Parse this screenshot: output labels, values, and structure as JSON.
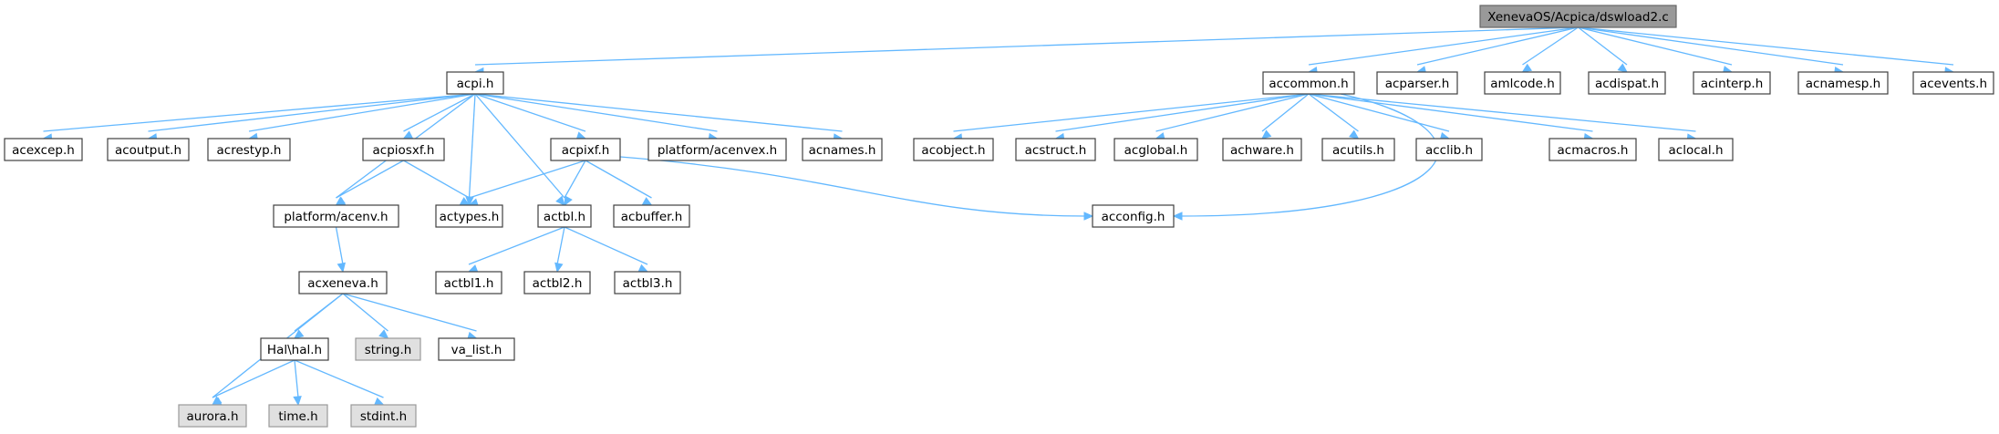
{
  "title": "XenevaOS/Acpica/dswload2.c",
  "colors": {
    "edge": "#63b8ff",
    "root_fill": "#999999",
    "node_fill": "#ffffff",
    "missing_fill": "#e0e0e0",
    "border": "#404040"
  },
  "nodes": [
    {
      "id": "root",
      "label": "XenevaOS/Acpica/dswload2.c",
      "style": "root"
    },
    {
      "id": "acpi",
      "label": "acpi.h",
      "style": "normal"
    },
    {
      "id": "accommon",
      "label": "accommon.h",
      "style": "normal"
    },
    {
      "id": "acparser",
      "label": "acparser.h",
      "style": "normal"
    },
    {
      "id": "amlcode",
      "label": "amlcode.h",
      "style": "normal"
    },
    {
      "id": "acdispat",
      "label": "acdispat.h",
      "style": "normal"
    },
    {
      "id": "acinterp",
      "label": "acinterp.h",
      "style": "normal"
    },
    {
      "id": "acnamesp",
      "label": "acnamesp.h",
      "style": "normal"
    },
    {
      "id": "acevents",
      "label": "acevents.h",
      "style": "normal"
    },
    {
      "id": "acexcep",
      "label": "acexcep.h",
      "style": "normal"
    },
    {
      "id": "acoutput",
      "label": "acoutput.h",
      "style": "normal"
    },
    {
      "id": "acrestyp",
      "label": "acrestyp.h",
      "style": "normal"
    },
    {
      "id": "acpiosxf",
      "label": "acpiosxf.h",
      "style": "normal"
    },
    {
      "id": "acpixf",
      "label": "acpixf.h",
      "style": "normal"
    },
    {
      "id": "acenvex",
      "label": "platform/acenvex.h",
      "style": "normal"
    },
    {
      "id": "acnames",
      "label": "acnames.h",
      "style": "normal"
    },
    {
      "id": "acenv",
      "label": "platform/acenv.h",
      "style": "normal"
    },
    {
      "id": "actypes",
      "label": "actypes.h",
      "style": "normal"
    },
    {
      "id": "actbl",
      "label": "actbl.h",
      "style": "normal"
    },
    {
      "id": "acbuffer",
      "label": "acbuffer.h",
      "style": "normal"
    },
    {
      "id": "acconfig",
      "label": "acconfig.h",
      "style": "normal"
    },
    {
      "id": "acxeneva",
      "label": "acxeneva.h",
      "style": "normal"
    },
    {
      "id": "actbl1",
      "label": "actbl1.h",
      "style": "normal"
    },
    {
      "id": "actbl2",
      "label": "actbl2.h",
      "style": "normal"
    },
    {
      "id": "actbl3",
      "label": "actbl3.h",
      "style": "normal"
    },
    {
      "id": "halh",
      "label": "Hal\\hal.h",
      "style": "normal"
    },
    {
      "id": "stringh",
      "label": "string.h",
      "style": "grey"
    },
    {
      "id": "valist",
      "label": "va_list.h",
      "style": "normal"
    },
    {
      "id": "aurora",
      "label": "aurora.h",
      "style": "grey"
    },
    {
      "id": "timeh",
      "label": "time.h",
      "style": "grey"
    },
    {
      "id": "stdint",
      "label": "stdint.h",
      "style": "grey"
    },
    {
      "id": "acobject",
      "label": "acobject.h",
      "style": "normal"
    },
    {
      "id": "acstruct",
      "label": "acstruct.h",
      "style": "normal"
    },
    {
      "id": "acglobal",
      "label": "acglobal.h",
      "style": "normal"
    },
    {
      "id": "achware",
      "label": "achware.h",
      "style": "normal"
    },
    {
      "id": "acutils",
      "label": "acutils.h",
      "style": "normal"
    },
    {
      "id": "acclib",
      "label": "acclib.h",
      "style": "normal"
    },
    {
      "id": "acmacros",
      "label": "acmacros.h",
      "style": "normal"
    },
    {
      "id": "aclocal",
      "label": "aclocal.h",
      "style": "normal"
    }
  ],
  "edges": [
    [
      "root",
      "acpi"
    ],
    [
      "root",
      "accommon"
    ],
    [
      "root",
      "acparser"
    ],
    [
      "root",
      "amlcode"
    ],
    [
      "root",
      "acdispat"
    ],
    [
      "root",
      "acinterp"
    ],
    [
      "root",
      "acnamesp"
    ],
    [
      "root",
      "acevents"
    ],
    [
      "acpi",
      "acexcep"
    ],
    [
      "acpi",
      "acoutput"
    ],
    [
      "acpi",
      "acrestyp"
    ],
    [
      "acpi",
      "acpiosxf"
    ],
    [
      "acpi",
      "acpixf"
    ],
    [
      "acpi",
      "acenvex"
    ],
    [
      "acpi",
      "acnames"
    ],
    [
      "acpi",
      "acenv"
    ],
    [
      "acpi",
      "actypes"
    ],
    [
      "acpi",
      "actbl"
    ],
    [
      "acpiosxf",
      "acenv"
    ],
    [
      "acpiosxf",
      "actypes"
    ],
    [
      "acpixf",
      "actypes"
    ],
    [
      "acpixf",
      "actbl"
    ],
    [
      "acpixf",
      "acbuffer"
    ],
    [
      "acpixf",
      "acconfig"
    ],
    [
      "acenv",
      "acxeneva"
    ],
    [
      "actbl",
      "actbl1"
    ],
    [
      "actbl",
      "actbl2"
    ],
    [
      "actbl",
      "actbl3"
    ],
    [
      "acxeneva",
      "aurora"
    ],
    [
      "acxeneva",
      "halh"
    ],
    [
      "acxeneva",
      "stringh"
    ],
    [
      "acxeneva",
      "valist"
    ],
    [
      "halh",
      "aurora"
    ],
    [
      "halh",
      "timeh"
    ],
    [
      "halh",
      "stdint"
    ],
    [
      "accommon",
      "acobject"
    ],
    [
      "accommon",
      "acstruct"
    ],
    [
      "accommon",
      "acglobal"
    ],
    [
      "accommon",
      "achware"
    ],
    [
      "accommon",
      "acutils"
    ],
    [
      "accommon",
      "acclib"
    ],
    [
      "accommon",
      "acconfig"
    ],
    [
      "accommon",
      "acmacros"
    ],
    [
      "accommon",
      "aclocal"
    ]
  ]
}
